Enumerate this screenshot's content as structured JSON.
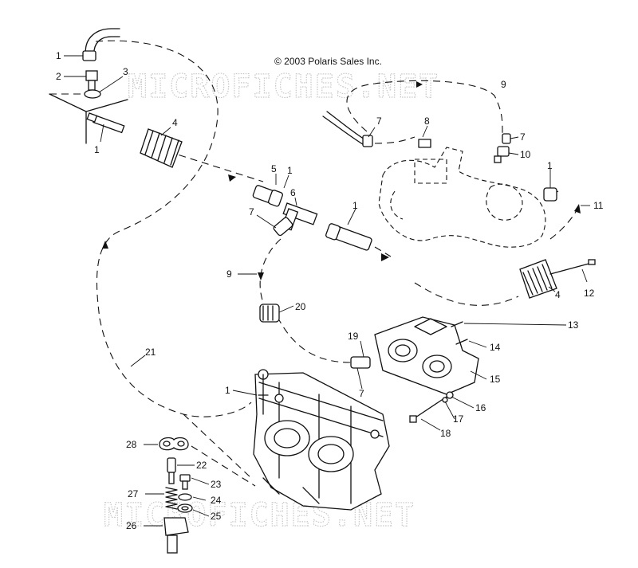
{
  "copyright": "© 2003 Polaris Sales Inc.",
  "watermark": "MICROFICHES.NET",
  "callouts": {
    "c1a": "1",
    "c1b": "1",
    "c1c": "1",
    "c1d": "1",
    "c1e": "1",
    "c1f": "1",
    "c2": "2",
    "c3": "3",
    "c4a": "4",
    "c4b": "4",
    "c5": "5",
    "c6": "6",
    "c7a": "7",
    "c7b": "7",
    "c7c": "7",
    "c7d": "7",
    "c8": "8",
    "c9a": "9",
    "c9b": "9",
    "c10": "10",
    "c11": "11",
    "c12": "12",
    "c13": "13",
    "c14": "14",
    "c15": "15",
    "c16": "16",
    "c17": "17",
    "c18": "18",
    "c19": "19",
    "c20": "20",
    "c21": "21",
    "c22": "22",
    "c23": "23",
    "c24": "24",
    "c25": "25",
    "c26": "26",
    "c27": "27",
    "c28": "28"
  }
}
